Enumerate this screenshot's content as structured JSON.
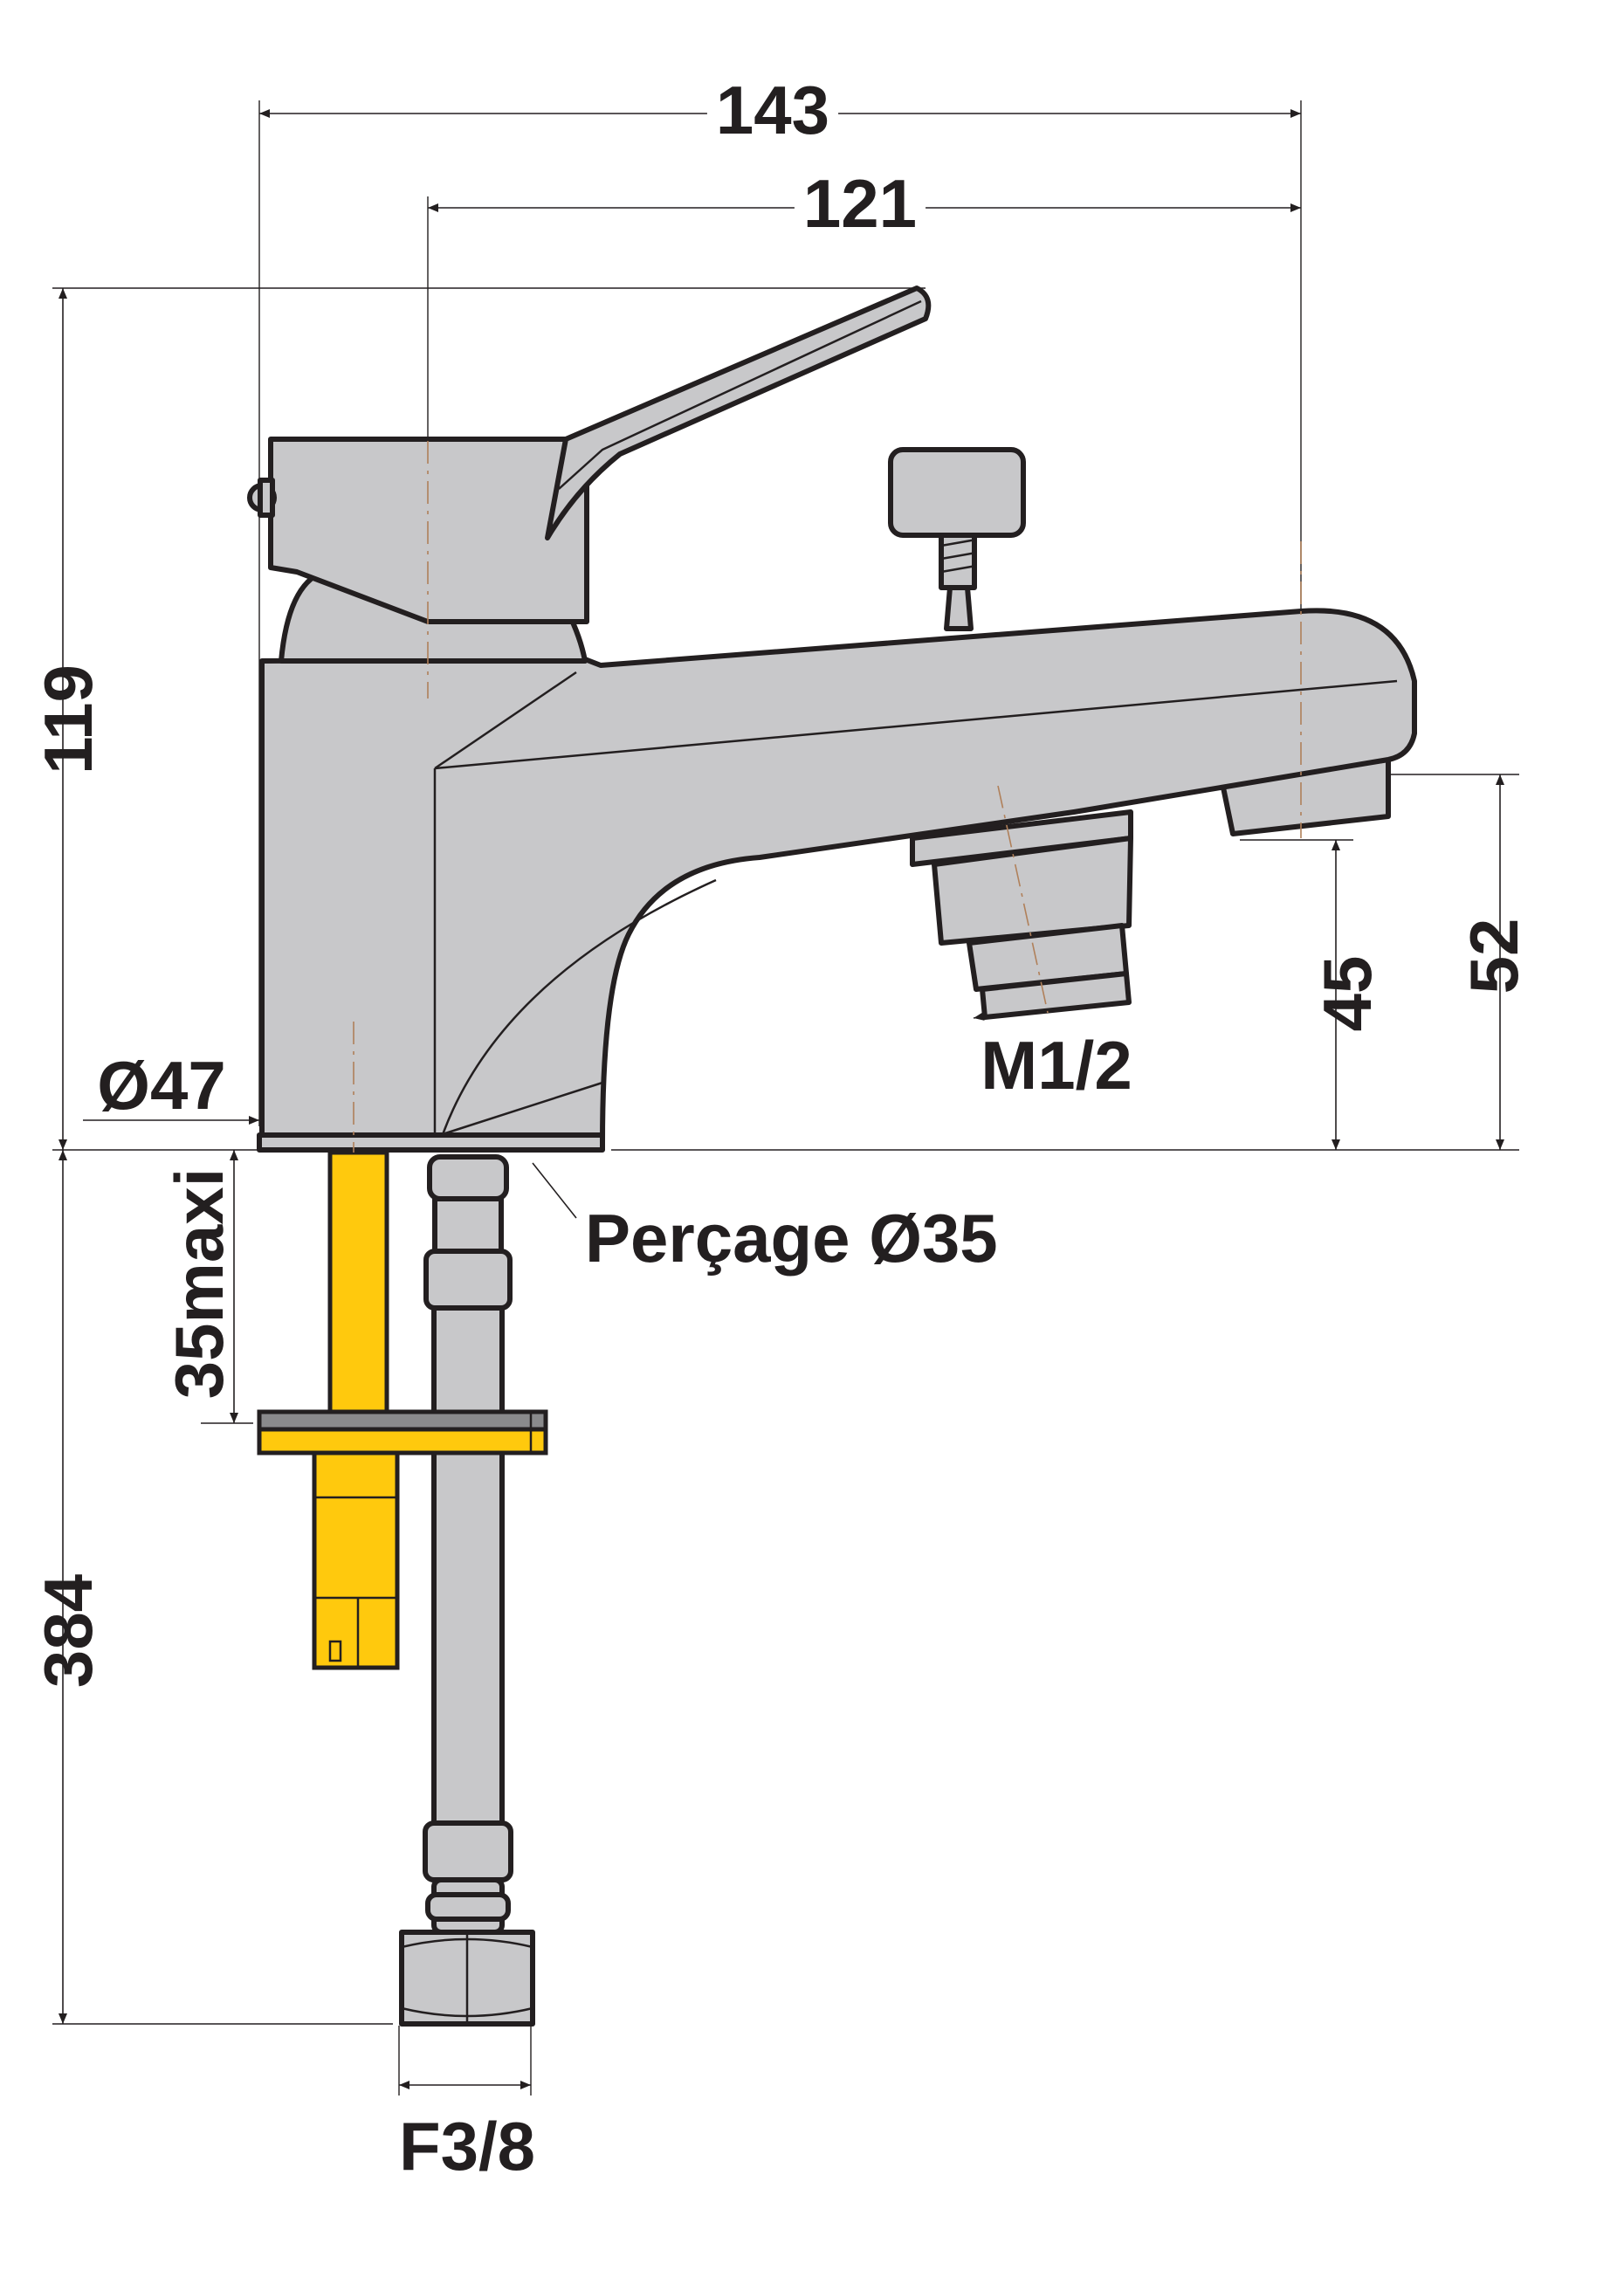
{
  "dimensions": {
    "overall_width": "143",
    "spout_length": "121",
    "height": "119",
    "body_diameter": "Ø47",
    "mount_thickness": "35maxi",
    "hose_length": "384",
    "outlet_height": "45",
    "spout_height": "52",
    "outlet_thread": "M1/2",
    "hose_thread": "F3/8",
    "drilling": "Perçage Ø35"
  },
  "colors": {
    "body": "#c8c8ca",
    "outline": "#231f20",
    "threaded_rod": "#ffc90d",
    "washer": "#8a8a8c"
  }
}
